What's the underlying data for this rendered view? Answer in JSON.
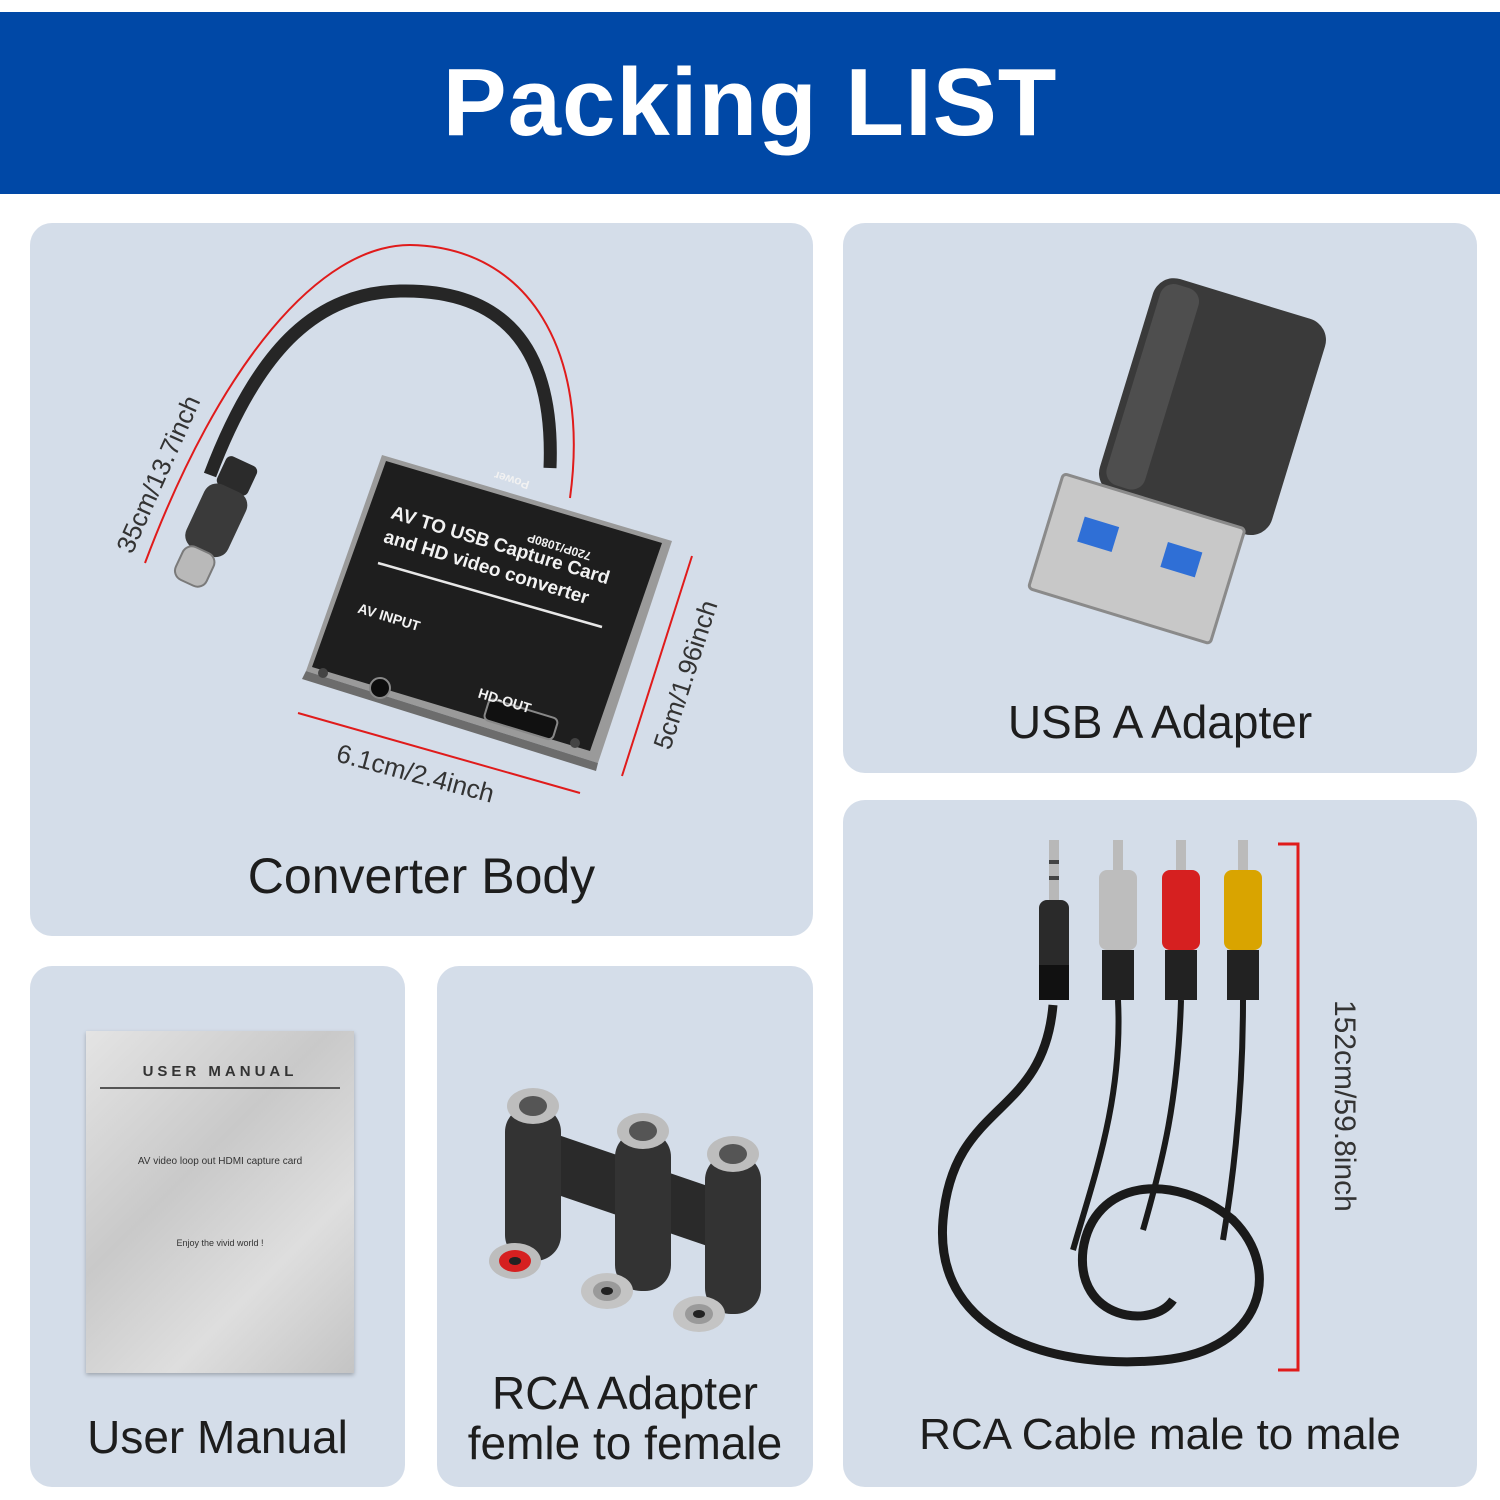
{
  "header": {
    "title": "Packing LIST"
  },
  "items": {
    "converter": {
      "caption": "Converter Body",
      "device_title_line1": "AV TO USB Capture Card",
      "device_title_line2": "and HD video converter",
      "label_power": "Power",
      "label_resolution": "720P/1080P",
      "label_av_input": "AV INPUT",
      "label_hd_out": "HD-OUT",
      "dim_cable": "35cm/13.7inch",
      "dim_width": "6.1cm/2.4inch",
      "dim_height": "5cm/1.96inch"
    },
    "usb_adapter": {
      "caption": "USB A Adapter"
    },
    "manual": {
      "caption": "User Manual",
      "cover_title": "USER MANUAL",
      "cover_subtitle": "AV video loop out HDMI capture card",
      "cover_tagline": "Enjoy the vivid world !"
    },
    "rca_adapter": {
      "caption_line1": "RCA Adapter",
      "caption_line2": "femle to female"
    },
    "rca_cable": {
      "caption": "RCA Cable male to male",
      "dim_length": "152cm/59.8inch"
    }
  },
  "colors": {
    "banner": "#0048a6",
    "panel": "#d4dde9",
    "dimension_line": "#e01b1b",
    "usb_blue": "#2f6fd6",
    "rca_red": "#d62020",
    "rca_yellow": "#d9a400",
    "rca_white": "#bdbdbd"
  }
}
